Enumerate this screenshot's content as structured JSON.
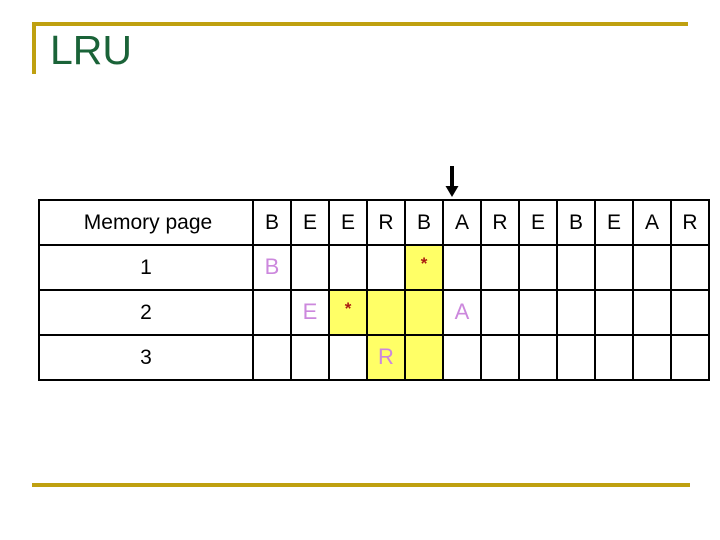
{
  "slide": {
    "title": "LRU",
    "accent_color": "#BFA010",
    "title_color": "#1A6338"
  },
  "decor": {
    "arrow_icon": "down-arrow-icon",
    "arrow_points_at_column_index": 5,
    "top_rule": "",
    "bottom_rule": ""
  },
  "table": {
    "row_label_header": "Memory page",
    "reference_string": [
      "B",
      "E",
      "E",
      "R",
      "B",
      "A",
      "R",
      "E",
      "B",
      "E",
      "A",
      "R"
    ],
    "highlight_color": "#FFFF66",
    "letter_color": "#CC88DD",
    "star_color": "#AA1A10",
    "rows": [
      {
        "index": "1",
        "cells": [
          {
            "text": "B",
            "kind": "letter",
            "highlight": false
          },
          {
            "text": "",
            "kind": "empty",
            "highlight": false
          },
          {
            "text": "",
            "kind": "empty",
            "highlight": false
          },
          {
            "text": "",
            "kind": "empty",
            "highlight": false
          },
          {
            "text": "*",
            "kind": "star",
            "highlight": true
          },
          {
            "text": "",
            "kind": "empty",
            "highlight": false
          },
          {
            "text": "",
            "kind": "empty",
            "highlight": false
          },
          {
            "text": "",
            "kind": "empty",
            "highlight": false
          },
          {
            "text": "",
            "kind": "empty",
            "highlight": false
          },
          {
            "text": "",
            "kind": "empty",
            "highlight": false
          },
          {
            "text": "",
            "kind": "empty",
            "highlight": false
          },
          {
            "text": "",
            "kind": "empty",
            "highlight": false
          }
        ]
      },
      {
        "index": "2",
        "cells": [
          {
            "text": "",
            "kind": "empty",
            "highlight": false
          },
          {
            "text": "E",
            "kind": "letter",
            "highlight": false
          },
          {
            "text": "*",
            "kind": "star",
            "highlight": true
          },
          {
            "text": "",
            "kind": "empty",
            "highlight": true
          },
          {
            "text": "",
            "kind": "empty",
            "highlight": true
          },
          {
            "text": "A",
            "kind": "letter",
            "highlight": false
          },
          {
            "text": "",
            "kind": "empty",
            "highlight": false
          },
          {
            "text": "",
            "kind": "empty",
            "highlight": false
          },
          {
            "text": "",
            "kind": "empty",
            "highlight": false
          },
          {
            "text": "",
            "kind": "empty",
            "highlight": false
          },
          {
            "text": "",
            "kind": "empty",
            "highlight": false
          },
          {
            "text": "",
            "kind": "empty",
            "highlight": false
          }
        ]
      },
      {
        "index": "3",
        "cells": [
          {
            "text": "",
            "kind": "empty",
            "highlight": false
          },
          {
            "text": "",
            "kind": "empty",
            "highlight": false
          },
          {
            "text": "",
            "kind": "empty",
            "highlight": false
          },
          {
            "text": "R",
            "kind": "letter",
            "highlight": true
          },
          {
            "text": "",
            "kind": "empty",
            "highlight": true
          },
          {
            "text": "",
            "kind": "empty",
            "highlight": false
          },
          {
            "text": "",
            "kind": "empty",
            "highlight": false
          },
          {
            "text": "",
            "kind": "empty",
            "highlight": false
          },
          {
            "text": "",
            "kind": "empty",
            "highlight": false
          },
          {
            "text": "",
            "kind": "empty",
            "highlight": false
          },
          {
            "text": "",
            "kind": "empty",
            "highlight": false
          },
          {
            "text": "",
            "kind": "empty",
            "highlight": false
          }
        ]
      }
    ]
  }
}
